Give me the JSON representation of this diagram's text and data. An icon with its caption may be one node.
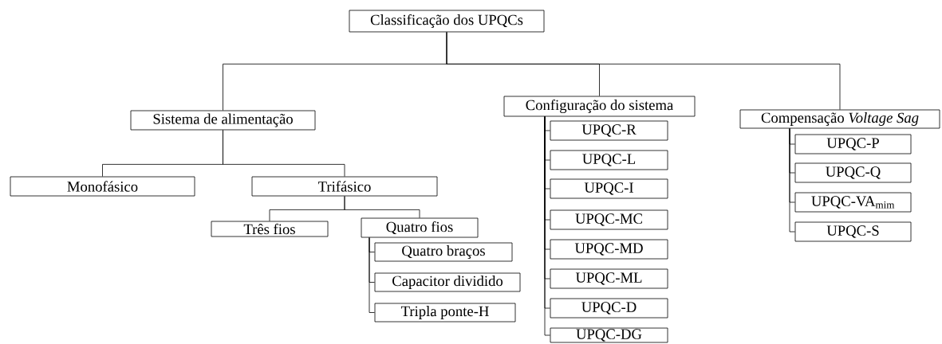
{
  "diagram": {
    "nodes": [
      {
        "text": [
          "Classificação dos UPQCs"
        ]
      },
      {
        "text": [
          "Sistema de alimentação"
        ]
      },
      {
        "text": [
          "Configuração do sistema"
        ]
      },
      {
        "text": [
          "Compensação *Voltage Sag*"
        ]
      },
      {
        "text": [
          "Monofásico"
        ]
      },
      {
        "text": [
          "Trifásico"
        ]
      },
      {
        "text": [
          "Três fios"
        ]
      },
      {
        "text": [
          "Quatro fios"
        ]
      },
      {
        "text": [
          "Quatro braços"
        ]
      },
      {
        "text": [
          "Capacitor dividido"
        ]
      },
      {
        "text": [
          "Tripla ponte-H"
        ]
      },
      {
        "text": [
          "UPQC-R"
        ]
      },
      {
        "text": [
          "UPQC-L"
        ]
      },
      {
        "text": [
          "UPQC-I"
        ]
      },
      {
        "text": [
          "UPQC-MC"
        ]
      },
      {
        "text": [
          "UPQC-MD"
        ]
      },
      {
        "text": [
          "UPQC-ML"
        ]
      },
      {
        "text": [
          "UPQC-D"
        ]
      },
      {
        "text": [
          "UPQC-DG"
        ]
      },
      {
        "text": [
          "UPQC-P"
        ]
      },
      {
        "text": [
          "UPQC-Q"
        ]
      },
      {
        "text": [
          "UPQC-VA$_{mim}$"
        ]
      },
      {
        "text": [
          "UPQC-S"
        ]
      }
    ],
    "edges": [
      {
        "from": 0,
        "to": 1,
        "arrow": "none"
      },
      {
        "from": 0,
        "to": 2,
        "arrow": "none"
      },
      {
        "from": 0,
        "to": 3,
        "arrow": "none"
      },
      {
        "from": 1,
        "to": 4,
        "arrow": "none"
      },
      {
        "from": 1,
        "to": 5,
        "arrow": "none"
      },
      {
        "from": 5,
        "to": 6,
        "arrow": "none"
      },
      {
        "from": 5,
        "to": 7,
        "arrow": "none"
      },
      {
        "from": 7,
        "to": 8,
        "arrow": "none"
      },
      {
        "from": 7,
        "to": 9,
        "arrow": "none"
      },
      {
        "from": 7,
        "to": 10,
        "arrow": "none"
      },
      {
        "from": 2,
        "to": 11,
        "arrow": "none"
      },
      {
        "from": 2,
        "to": 12,
        "arrow": "none"
      },
      {
        "from": 2,
        "to": 13,
        "arrow": "none"
      },
      {
        "from": 2,
        "to": 14,
        "arrow": "none"
      },
      {
        "from": 2,
        "to": 15,
        "arrow": "none"
      },
      {
        "from": 2,
        "to": 16,
        "arrow": "none"
      },
      {
        "from": 2,
        "to": 17,
        "arrow": "none"
      },
      {
        "from": 2,
        "to": 18,
        "arrow": "none"
      },
      {
        "from": 3,
        "to": 19,
        "arrow": "none"
      },
      {
        "from": 3,
        "to": 20,
        "arrow": "none"
      },
      {
        "from": 3,
        "to": 21,
        "arrow": "none"
      },
      {
        "from": 3,
        "to": 22,
        "arrow": "none"
      }
    ]
  }
}
